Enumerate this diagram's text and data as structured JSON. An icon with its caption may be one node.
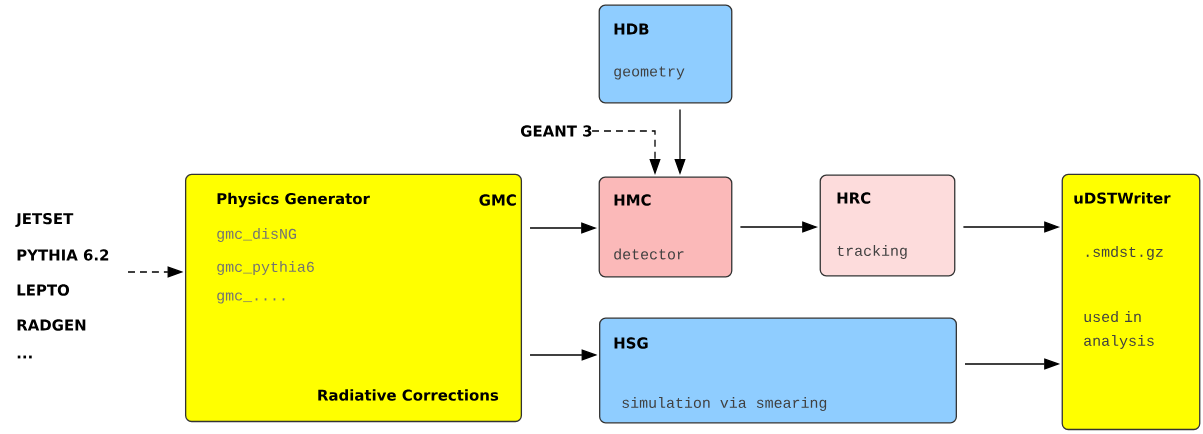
{
  "diagram": {
    "nodes": [
      {
        "text": [
          "JETSET",
          "PYTHIA 6.2",
          "LEPTO",
          "RADGEN",
          "..."
        ]
      },
      {
        "text": [
          "Physics Generator",
          "GMC",
          "gmc_disNG",
          "gmc_pythia6",
          "gmc_....",
          "Radiative Corrections"
        ]
      },
      {
        "text": [
          "HDB",
          "geometry"
        ]
      },
      {
        "text": [
          "GEANT 3"
        ]
      },
      {
        "text": [
          "HMC",
          "detector"
        ]
      },
      {
        "text": [
          "HRC",
          "tracking"
        ]
      },
      {
        "text": [
          "HSG",
          "simulation via smearing"
        ]
      },
      {
        "text": [
          "uDSTWriter",
          ".smdst.gz",
          "used in analysis"
        ]
      }
    ],
    "edges": [
      {
        "from": 0,
        "to": 1,
        "arrow": "to",
        "style": "dashed"
      },
      {
        "from": 3,
        "to": 4,
        "arrow": "to",
        "style": "dashed"
      },
      {
        "from": 2,
        "to": 4,
        "arrow": "to"
      },
      {
        "from": 1,
        "to": 4,
        "arrow": "to"
      },
      {
        "from": 4,
        "to": 5,
        "arrow": "to"
      },
      {
        "from": 5,
        "to": 7,
        "arrow": "to"
      },
      {
        "from": 1,
        "to": 6,
        "arrow": "to"
      },
      {
        "from": 6,
        "to": 7,
        "arrow": "to"
      }
    ]
  }
}
